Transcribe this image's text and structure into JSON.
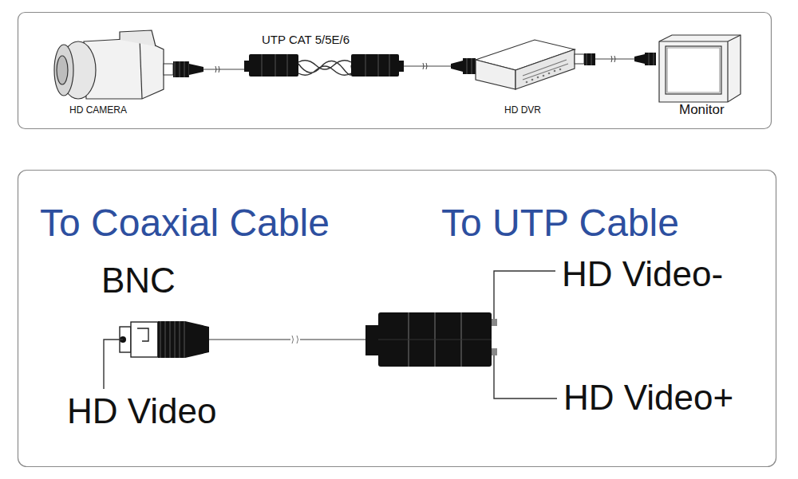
{
  "diagram": {
    "labels": [
      "UTP CAT 5/5E/6",
      "HD CAMERA",
      "HD DVR",
      "Monitor",
      "To Coaxial Cable",
      "To UTP Cable",
      "BNC",
      "HD Video-",
      "HD Video+",
      "HD Video"
    ]
  }
}
